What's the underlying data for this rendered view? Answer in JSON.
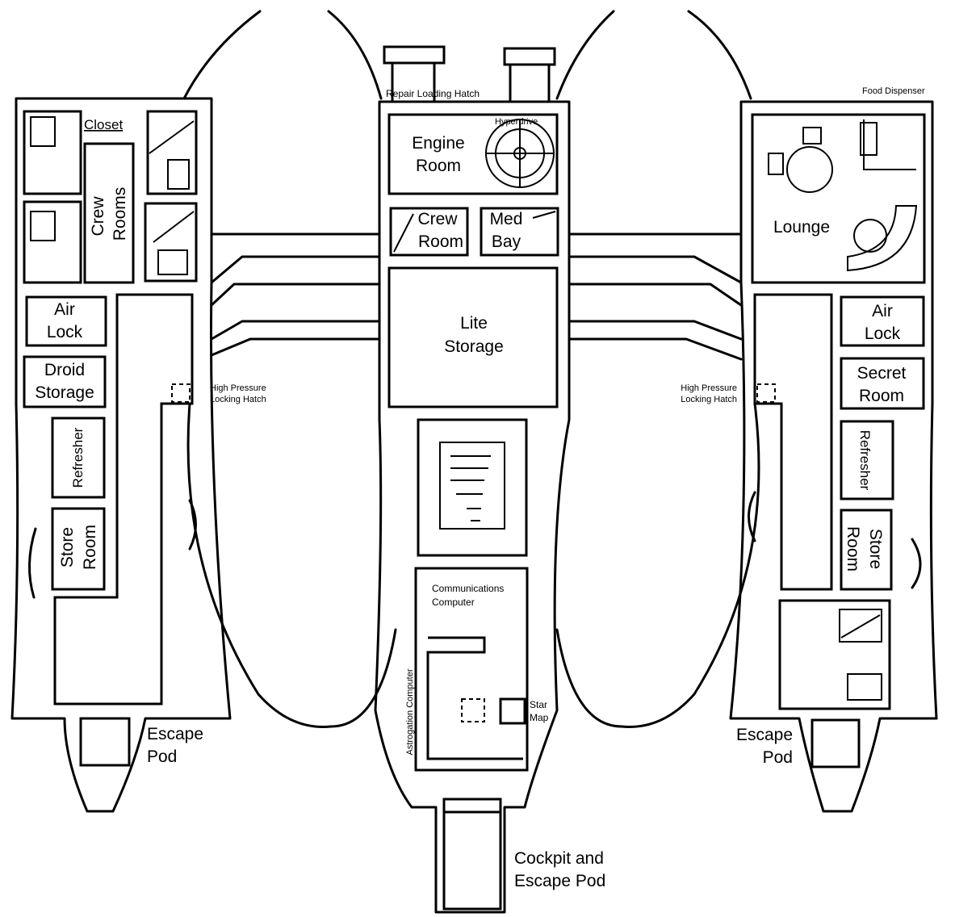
{
  "labels": {
    "closet": "Closet",
    "crew_rooms_1": "Crew",
    "crew_rooms_2": "Rooms",
    "air_lock_l_1": "Air",
    "air_lock_l_2": "Lock",
    "droid_storage_1": "Droid",
    "droid_storage_2": "Storage",
    "refresher_l": "Refresher",
    "store_room_l_1": "Store",
    "store_room_l_2": "Room",
    "escape_pod_l_1": "Escape",
    "escape_pod_l_2": "Pod",
    "hatch_l_1": "High Pressure",
    "hatch_l_2": "Locking Hatch",
    "repair_hatch": "Repair Loading Hatch",
    "engine_room_1": "Engine",
    "engine_room_2": "Room",
    "hyperdrive": "Hyperdrive",
    "crew_room_1": "Crew",
    "crew_room_2": "Room",
    "med_bay_1": "Med",
    "med_bay_2": "Bay",
    "lite_storage_1": "Lite",
    "lite_storage_2": "Storage",
    "comms_1": "Communications",
    "comms_2": "Computer",
    "astrogation": "Astrogation Computer",
    "star_map_1": "Star",
    "star_map_2": "Map",
    "cockpit_1": "Cockpit and",
    "cockpit_2": "Escape Pod",
    "food_dispenser": "Food Dispenser",
    "lounge": "Lounge",
    "air_lock_r_1": "Air",
    "air_lock_r_2": "Lock",
    "secret_room_1": "Secret",
    "secret_room_2": "Room",
    "refresher_r": "Refresher",
    "store_room_r_1": "Store",
    "store_room_r_2": "Room",
    "hatch_r_1": "High Pressure",
    "hatch_r_2": "Locking Hatch",
    "escape_pod_r_1": "Escape",
    "escape_pod_r_2": "Pod"
  },
  "colors": {
    "line": "#000000",
    "background": "#ffffff"
  }
}
